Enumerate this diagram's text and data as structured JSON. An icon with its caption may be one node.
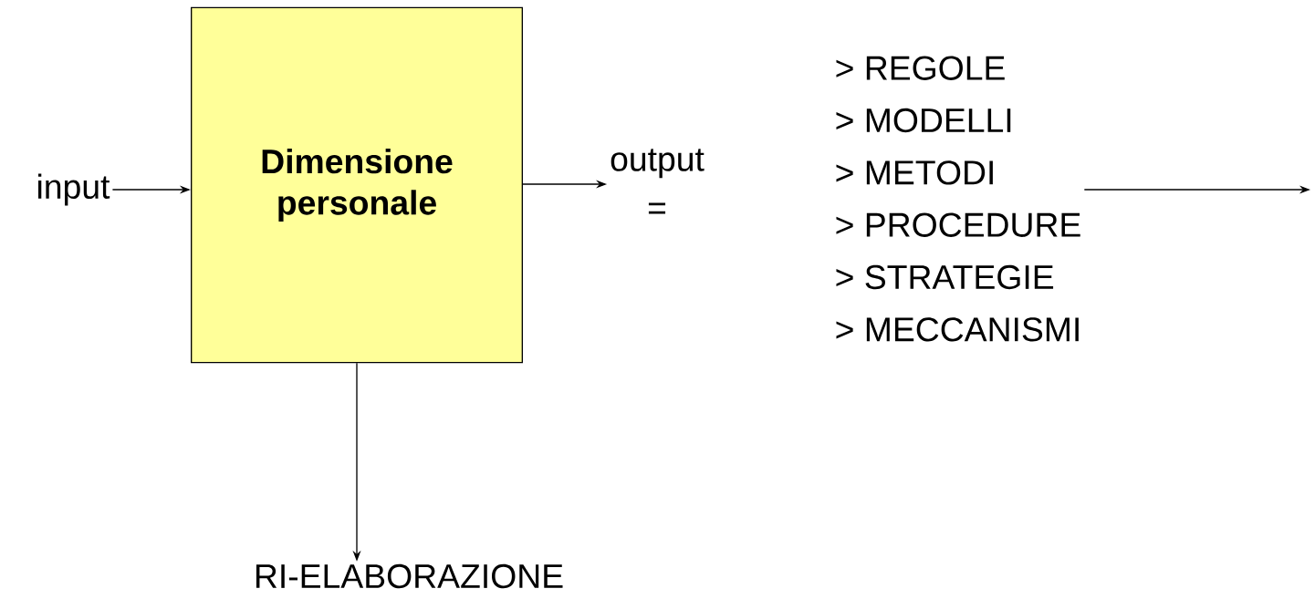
{
  "diagram": {
    "nodes": [
      {
        "text": [
          "input"
        ]
      },
      {
        "text": [
          "Dimensione personale"
        ]
      },
      {
        "text": [
          "output",
          "="
        ]
      },
      {
        "text": [
          "> REGOLE",
          "> MODELLI",
          "> METODI",
          "> PROCEDURE",
          "> STRATEGIE",
          "> MECCANISMI"
        ]
      },
      {
        "text": [
          "RI-ELABORAZIONE"
        ]
      }
    ],
    "edges": [
      {
        "from": 0,
        "to": 1,
        "arrow": "to"
      },
      {
        "from": 1,
        "to": 2,
        "arrow": "to"
      },
      {
        "from": 3,
        "to": null,
        "arrow": "to"
      },
      {
        "from": 1,
        "to": 4,
        "arrow": "to"
      }
    ]
  }
}
